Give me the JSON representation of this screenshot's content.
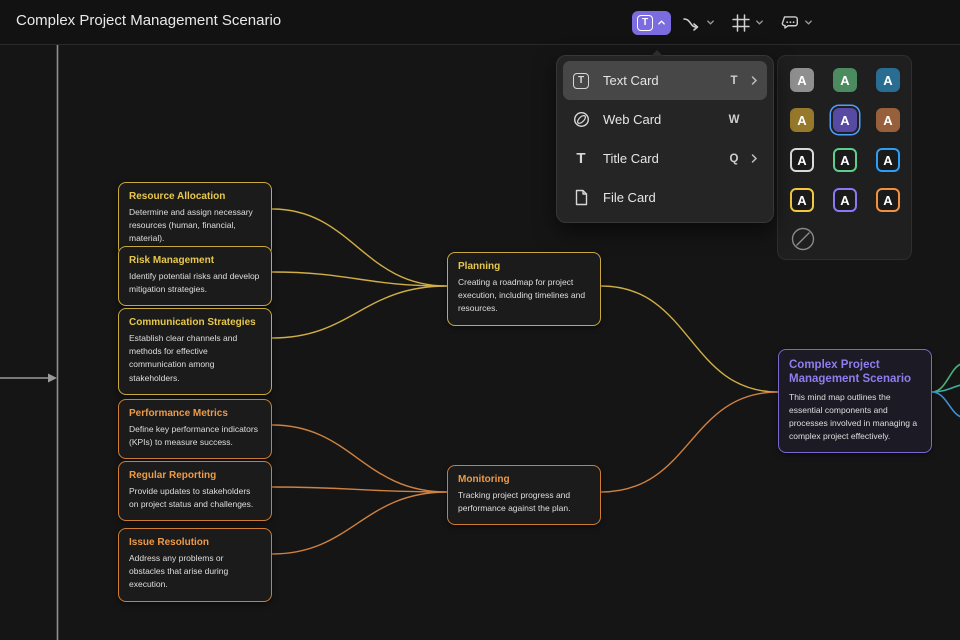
{
  "header": {
    "title": "Complex Project Management Scenario",
    "toolbar": {
      "text_card_tool": "text-card",
      "connector_tool": "connector",
      "frame_tool": "frame",
      "comment_tool": "comment"
    }
  },
  "card_menu": {
    "items": [
      {
        "label": "Text Card",
        "shortcut": "T",
        "has_submenu": true,
        "highlighted": true
      },
      {
        "label": "Web Card",
        "shortcut": "W",
        "has_submenu": false,
        "highlighted": false
      },
      {
        "label": "Title Card",
        "shortcut": "Q",
        "has_submenu": true,
        "highlighted": false
      },
      {
        "label": "File Card",
        "shortcut": "",
        "has_submenu": false,
        "highlighted": false
      }
    ]
  },
  "palette": {
    "letter": "A",
    "swatches": [
      {
        "style": "solid",
        "color": "#8f8f8f",
        "selected": false
      },
      {
        "style": "solid",
        "color": "#4c8a60",
        "selected": false
      },
      {
        "style": "solid",
        "color": "#2a6d92",
        "selected": false
      },
      {
        "style": "solid",
        "color": "#97792b",
        "selected": false
      },
      {
        "style": "solid",
        "color": "#574aa3",
        "selected": true
      },
      {
        "style": "solid",
        "color": "#97603a",
        "selected": false
      },
      {
        "style": "outline",
        "color": "#d9d9d9",
        "selected": false
      },
      {
        "style": "outline",
        "color": "#5ecf8a",
        "selected": false
      },
      {
        "style": "outline",
        "color": "#2e9df5",
        "selected": false
      },
      {
        "style": "outline",
        "color": "#f3c83d",
        "selected": false
      },
      {
        "style": "outline",
        "color": "#8b78f5",
        "selected": false
      },
      {
        "style": "outline",
        "color": "#f0913f",
        "selected": false
      }
    ],
    "none_option": "no-color"
  },
  "mindmap": {
    "nodes": [
      {
        "title": "Resource Allocation",
        "body": "Determine and assign necessary resources (human, financial, material).",
        "theme": "yellow"
      },
      {
        "title": "Risk Management",
        "body": "Identify potential risks and develop mitigation strategies.",
        "theme": "yellow"
      },
      {
        "title": "Communication Strategies",
        "body": "Establish clear channels and methods for effective communication among stakeholders.",
        "theme": "yellow"
      },
      {
        "title": "Performance Metrics",
        "body": "Define key performance indicators (KPIs) to measure success.",
        "theme": "orange"
      },
      {
        "title": "Regular Reporting",
        "body": "Provide updates to stakeholders on project status and challenges.",
        "theme": "orange"
      },
      {
        "title": "Issue Resolution",
        "body": "Address any problems or obstacles that arise during execution.",
        "theme": "orange"
      },
      {
        "title": "Planning",
        "body": "Creating a roadmap for project execution, including timelines and resources.",
        "theme": "yellow"
      },
      {
        "title": "Monitoring",
        "body": "Tracking project progress and performance against the plan.",
        "theme": "orange"
      },
      {
        "title": "Complex Project Management Scenario",
        "body": "This mind map outlines the essential components and processes involved in managing a complex project effectively.",
        "theme": "purple"
      }
    ]
  },
  "colors": {
    "accent_purple": "#7b6cdf",
    "branch_yellow": "#cfae45",
    "branch_orange": "#cf8140",
    "root_purple": "#7a68cf",
    "link_gray": "#9a9a9a",
    "link_green": "#4caf7d",
    "link_teal": "#35b0a0",
    "link_blue": "#3f8fd6"
  }
}
